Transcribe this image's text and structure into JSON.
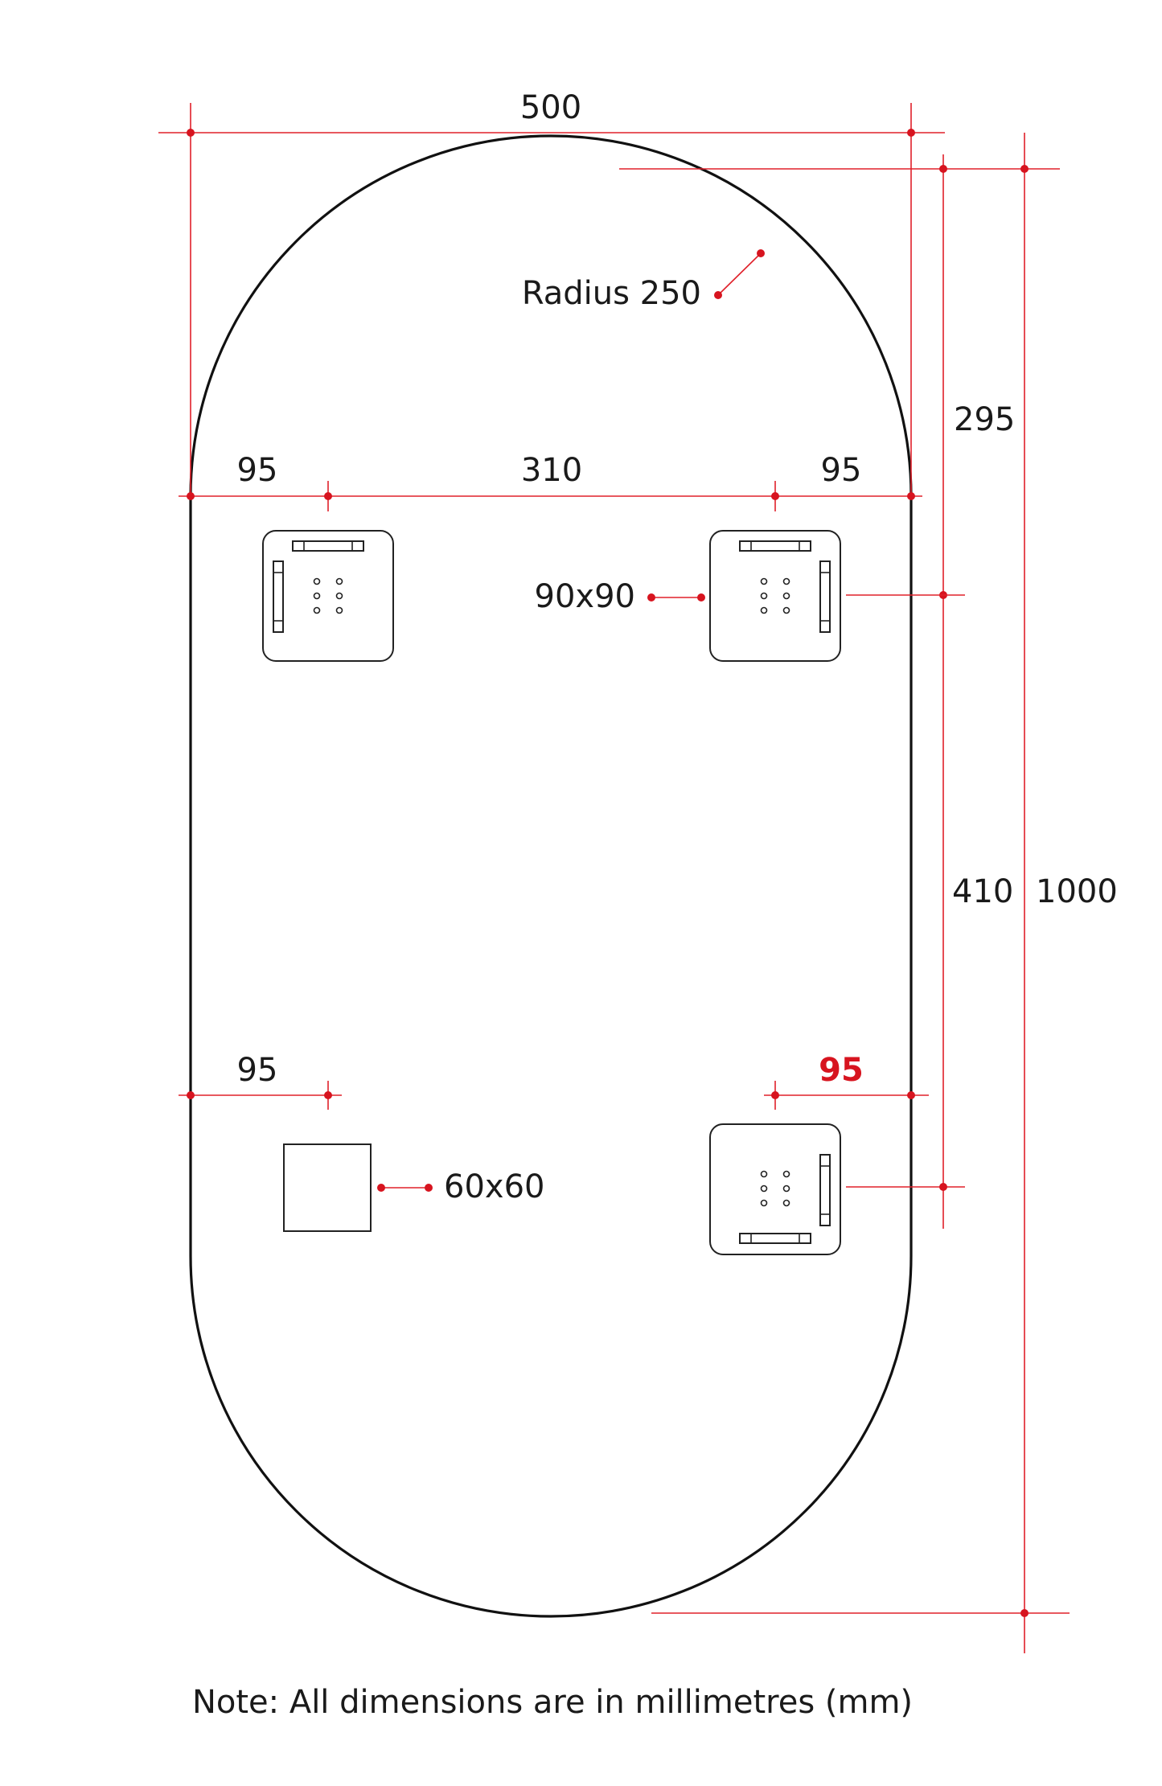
{
  "dimensions": {
    "overall_width": "500",
    "overall_height": "1000",
    "radius": "Radius 250",
    "top_offset": "295",
    "bracket_spacing_vertical": "410",
    "left_margin_top": "95",
    "bracket_spacing_horizontal": "310",
    "right_margin_top": "95",
    "left_margin_bottom": "95",
    "right_margin_bottom": "95"
  },
  "parts": {
    "large_bracket": "90x90",
    "small_bracket": "60x60"
  },
  "note": "Note: All dimensions are in millimetres (mm)",
  "colors": {
    "dimension_line": "#e0202a",
    "highlight_text": "#d7141f",
    "outline": "#111111"
  }
}
